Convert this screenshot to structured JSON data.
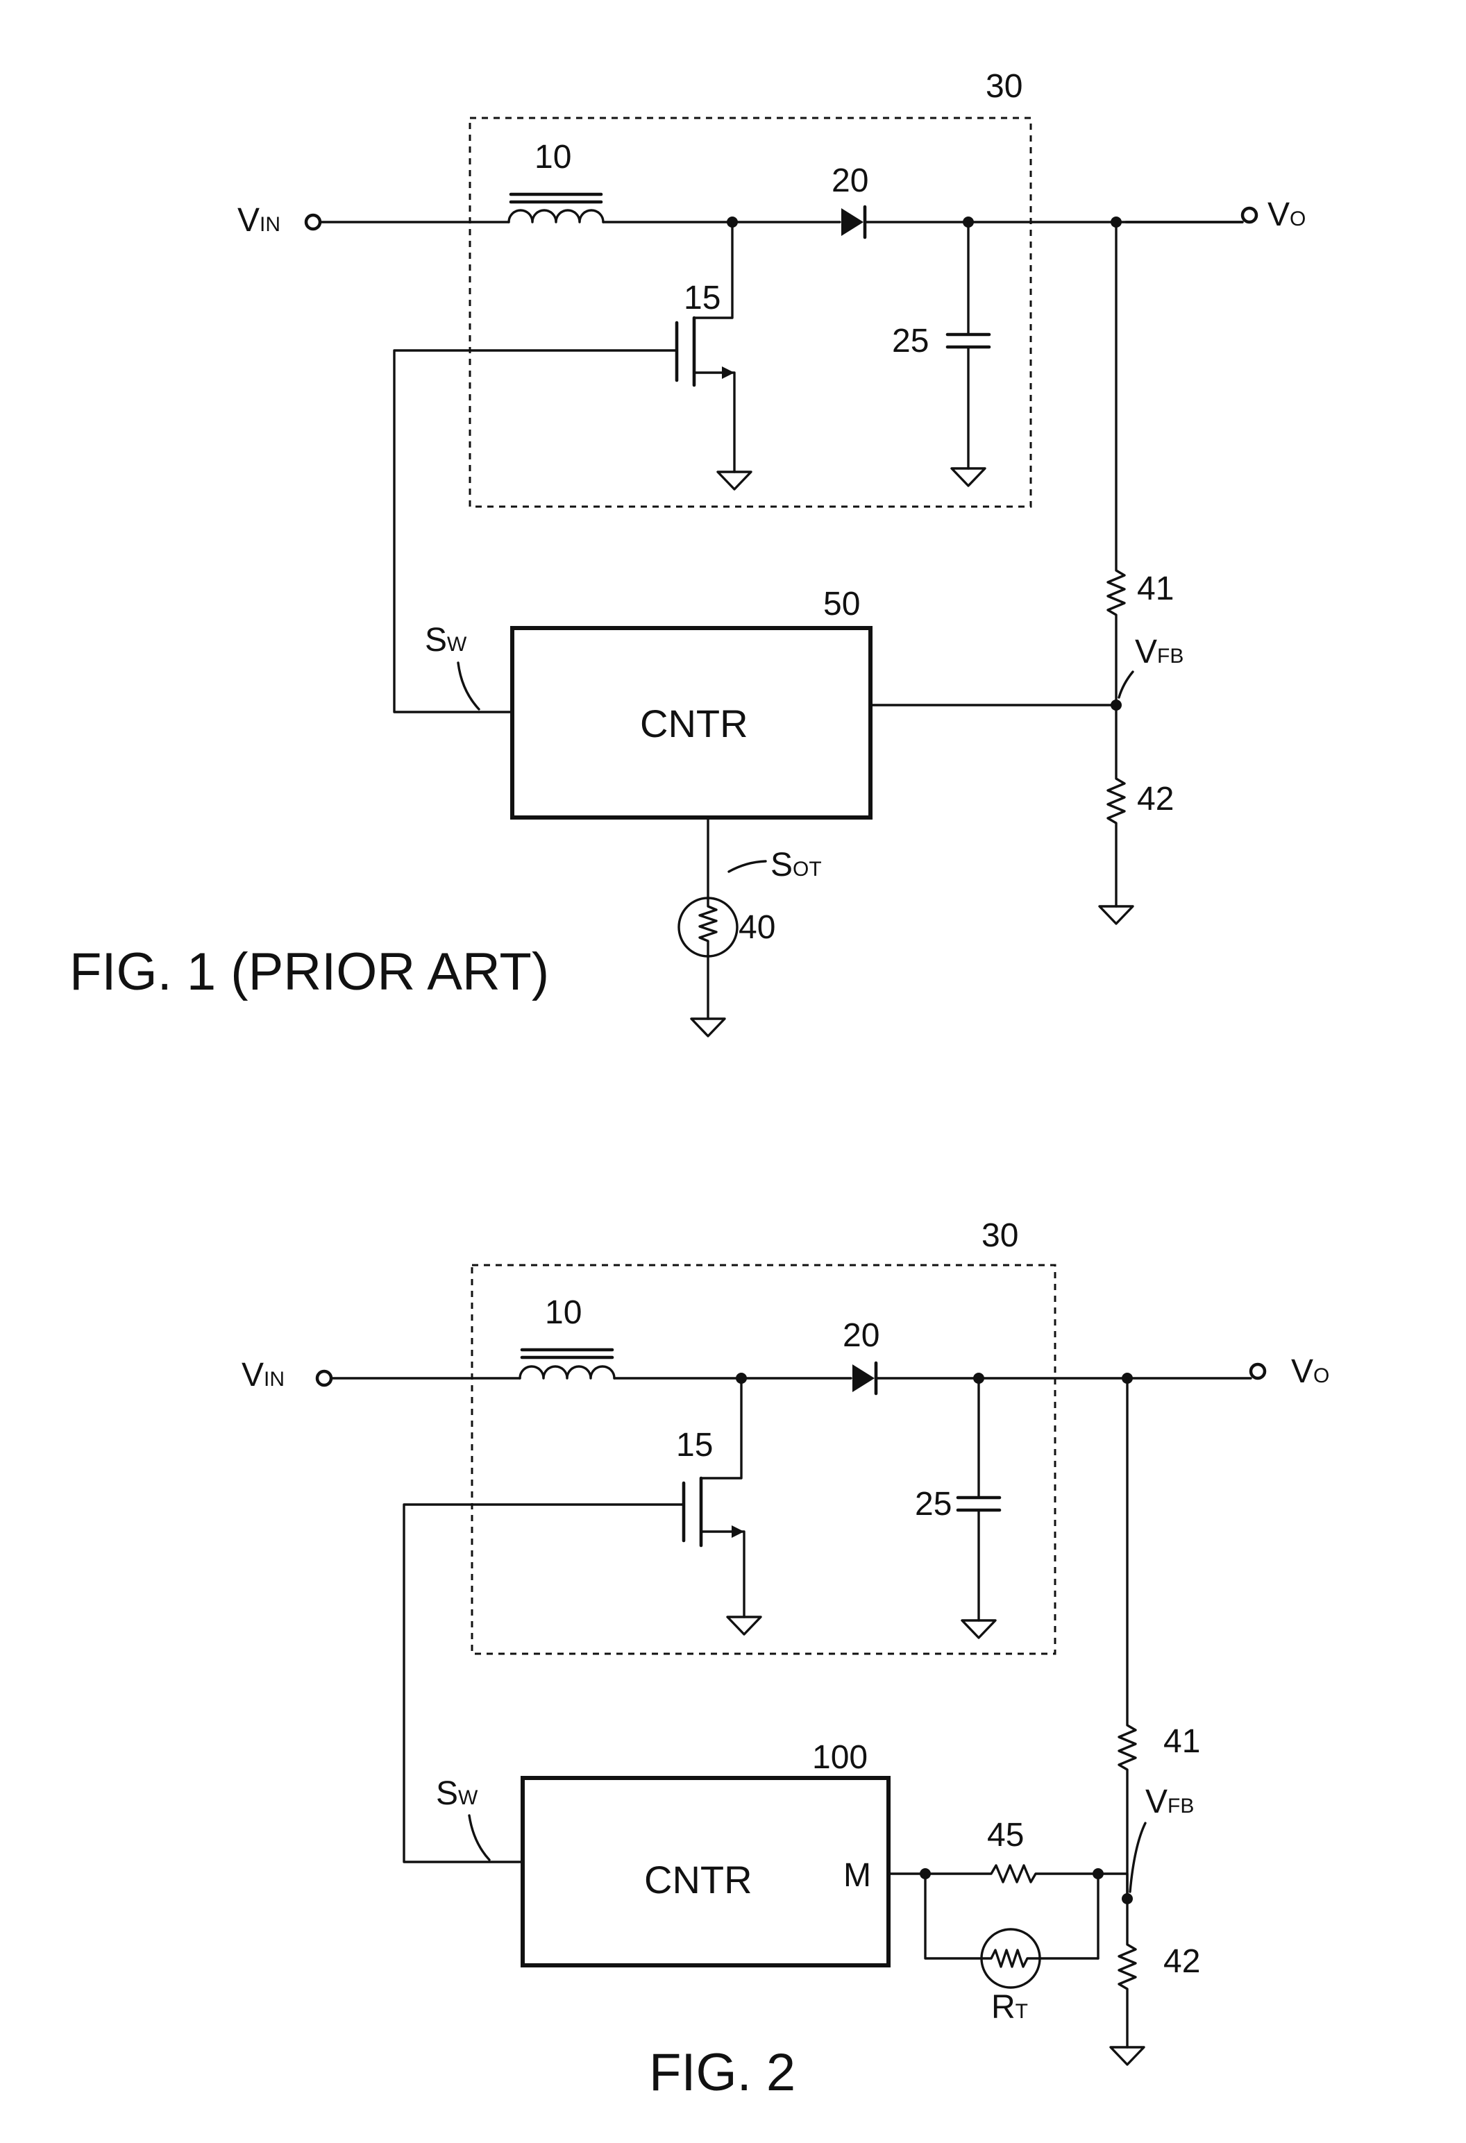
{
  "fig1": {
    "caption": "FIG. 1 (PRIOR ART)",
    "inductor": "10",
    "switch": "15",
    "diode": "20",
    "capacitor": "25",
    "converter_block": "30",
    "thermistor": "40",
    "resistor_top": "41",
    "resistor_bottom": "42",
    "controller_ref": "50",
    "controller_text": "CNTR",
    "vin": {
      "main": "V",
      "sub": "IN"
    },
    "vo": {
      "main": "V",
      "sub": "O"
    },
    "vfb": {
      "main": "V",
      "sub": "FB"
    },
    "sw": {
      "main": "S",
      "sub": "W"
    },
    "sot": {
      "main": "S",
      "sub": "OT"
    }
  },
  "fig2": {
    "caption": "FIG. 2",
    "inductor": "10",
    "switch": "15",
    "diode": "20",
    "capacitor": "25",
    "converter_block": "30",
    "resistor_top": "41",
    "resistor_bottom": "42",
    "resistor_series": "45",
    "controller_ref": "100",
    "controller_text": "CNTR",
    "pin_m": "M",
    "vin": {
      "main": "V",
      "sub": "IN"
    },
    "vo": {
      "main": "V",
      "sub": "O"
    },
    "vfb": {
      "main": "V",
      "sub": "FB"
    },
    "sw": {
      "main": "S",
      "sub": "W"
    },
    "rt": {
      "main": "R",
      "sub": "T"
    }
  }
}
